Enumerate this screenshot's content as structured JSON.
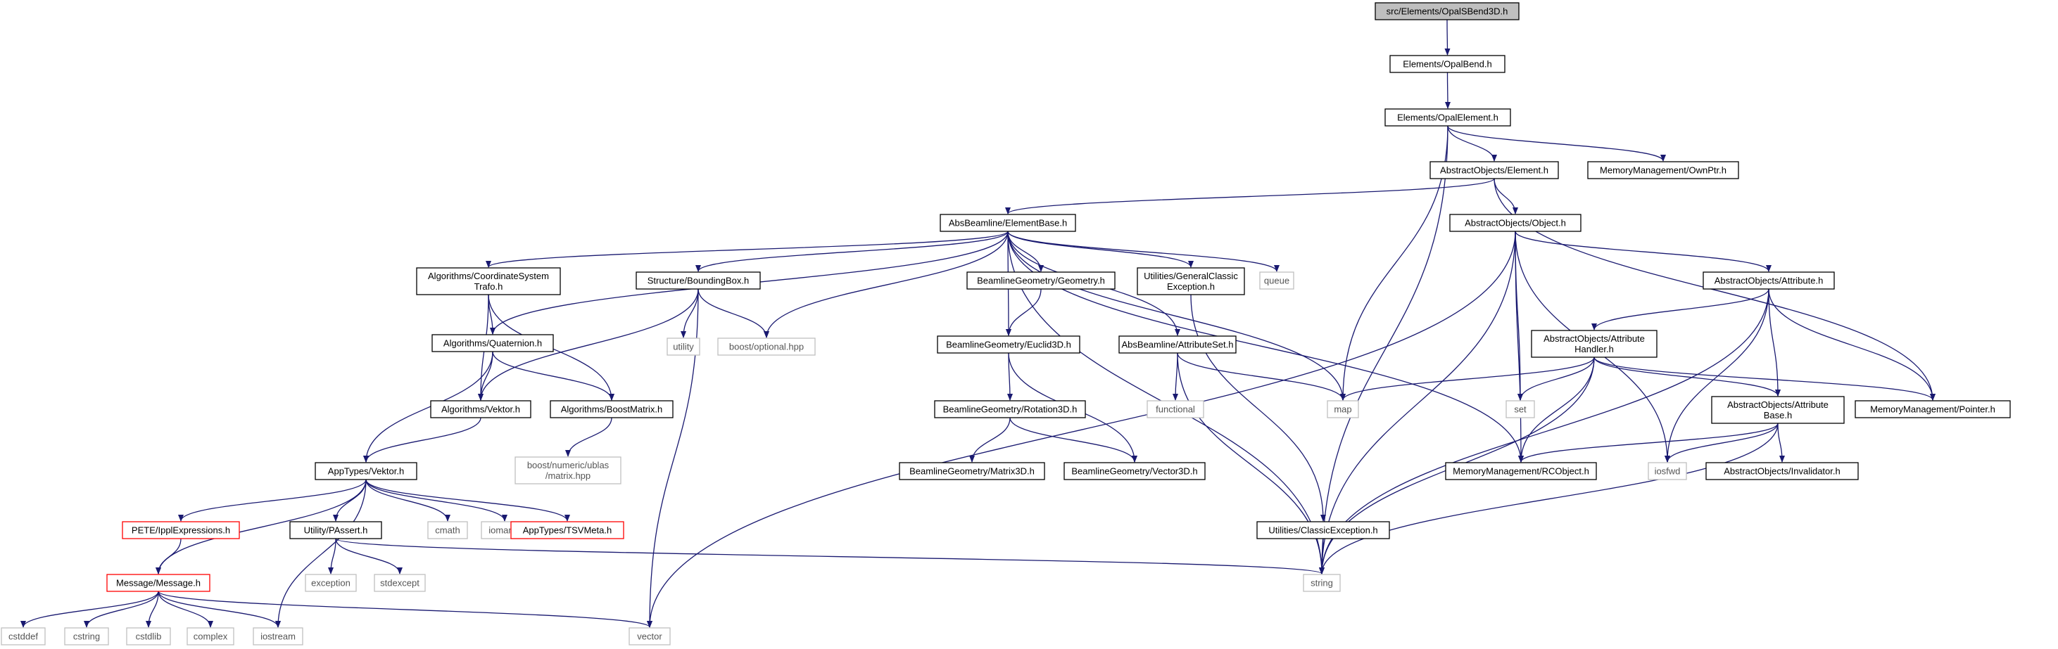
{
  "graph": {
    "nodes": [
      {
        "id": "root",
        "lines": [
          "src/Elements/OpalSBend3D.h"
        ],
        "kind": "root"
      },
      {
        "id": "opalbend",
        "lines": [
          "Elements/OpalBend.h"
        ],
        "kind": "normal"
      },
      {
        "id": "opalelement",
        "lines": [
          "Elements/OpalElement.h"
        ],
        "kind": "normal"
      },
      {
        "id": "element",
        "lines": [
          "AbstractObjects/Element.h"
        ],
        "kind": "normal"
      },
      {
        "id": "ownptr",
        "lines": [
          "MemoryManagement/OwnPtr.h"
        ],
        "kind": "normal"
      },
      {
        "id": "elementbase",
        "lines": [
          "AbsBeamline/ElementBase.h"
        ],
        "kind": "normal"
      },
      {
        "id": "object",
        "lines": [
          "AbstractObjects/Object.h"
        ],
        "kind": "normal"
      },
      {
        "id": "coordtrafo",
        "lines": [
          "Algorithms/CoordinateSystem",
          "Trafo.h"
        ],
        "kind": "normal"
      },
      {
        "id": "boundingbox",
        "lines": [
          "Structure/BoundingBox.h"
        ],
        "kind": "normal"
      },
      {
        "id": "geometry",
        "lines": [
          "BeamlineGeometry/Geometry.h"
        ],
        "kind": "normal"
      },
      {
        "id": "genclassic",
        "lines": [
          "Utilities/GeneralClassic",
          "Exception.h"
        ],
        "kind": "normal"
      },
      {
        "id": "queue",
        "lines": [
          "queue"
        ],
        "kind": "system"
      },
      {
        "id": "attribute",
        "lines": [
          "AbstractObjects/Attribute.h"
        ],
        "kind": "normal"
      },
      {
        "id": "quaternion",
        "lines": [
          "Algorithms/Quaternion.h"
        ],
        "kind": "normal"
      },
      {
        "id": "utility",
        "lines": [
          "utility"
        ],
        "kind": "system"
      },
      {
        "id": "optional",
        "lines": [
          "boost/optional.hpp"
        ],
        "kind": "system"
      },
      {
        "id": "euclid3d",
        "lines": [
          "BeamlineGeometry/Euclid3D.h"
        ],
        "kind": "normal"
      },
      {
        "id": "attrset",
        "lines": [
          "AbsBeamline/AttributeSet.h"
        ],
        "kind": "normal"
      },
      {
        "id": "attrhandler",
        "lines": [
          "AbstractObjects/Attribute",
          "Handler.h"
        ],
        "kind": "normal"
      },
      {
        "id": "algvektor",
        "lines": [
          "Algorithms/Vektor.h"
        ],
        "kind": "normal"
      },
      {
        "id": "boostmatrix",
        "lines": [
          "Algorithms/BoostMatrix.h"
        ],
        "kind": "normal"
      },
      {
        "id": "rotation3d",
        "lines": [
          "BeamlineGeometry/Rotation3D.h"
        ],
        "kind": "normal"
      },
      {
        "id": "functional",
        "lines": [
          "functional"
        ],
        "kind": "system"
      },
      {
        "id": "map",
        "lines": [
          "map"
        ],
        "kind": "system"
      },
      {
        "id": "set",
        "lines": [
          "set"
        ],
        "kind": "system"
      },
      {
        "id": "attrbase",
        "lines": [
          "AbstractObjects/Attribute",
          "Base.h"
        ],
        "kind": "normal"
      },
      {
        "id": "pointer",
        "lines": [
          "MemoryManagement/Pointer.h"
        ],
        "kind": "normal"
      },
      {
        "id": "ublas",
        "lines": [
          "boost/numeric/ublas",
          "/matrix.hpp"
        ],
        "kind": "system"
      },
      {
        "id": "appvektor",
        "lines": [
          "AppTypes/Vektor.h"
        ],
        "kind": "normal"
      },
      {
        "id": "matrix3d",
        "lines": [
          "BeamlineGeometry/Matrix3D.h"
        ],
        "kind": "normal"
      },
      {
        "id": "vector3d",
        "lines": [
          "BeamlineGeometry/Vector3D.h"
        ],
        "kind": "normal"
      },
      {
        "id": "rcobject",
        "lines": [
          "MemoryManagement/RCObject.h"
        ],
        "kind": "normal"
      },
      {
        "id": "iosfwd",
        "lines": [
          "iosfwd"
        ],
        "kind": "system"
      },
      {
        "id": "invalidator",
        "lines": [
          "AbstractObjects/Invalidator.h"
        ],
        "kind": "normal"
      },
      {
        "id": "pete",
        "lines": [
          "PETE/IpplExpressions.h"
        ],
        "kind": "truncated"
      },
      {
        "id": "passert",
        "lines": [
          "Utility/PAssert.h"
        ],
        "kind": "normal"
      },
      {
        "id": "cmath",
        "lines": [
          "cmath"
        ],
        "kind": "system"
      },
      {
        "id": "iomanip",
        "lines": [
          "iomanip"
        ],
        "kind": "system"
      },
      {
        "id": "tsvmeta",
        "lines": [
          "AppTypes/TSVMeta.h"
        ],
        "kind": "truncated"
      },
      {
        "id": "classicexc",
        "lines": [
          "Utilities/ClassicException.h"
        ],
        "kind": "normal"
      },
      {
        "id": "message",
        "lines": [
          "Message/Message.h"
        ],
        "kind": "truncated"
      },
      {
        "id": "exception",
        "lines": [
          "exception"
        ],
        "kind": "system"
      },
      {
        "id": "stdexcept",
        "lines": [
          "stdexcept"
        ],
        "kind": "system"
      },
      {
        "id": "string",
        "lines": [
          "string"
        ],
        "kind": "system"
      },
      {
        "id": "cstddef",
        "lines": [
          "cstddef"
        ],
        "kind": "system"
      },
      {
        "id": "cstring",
        "lines": [
          "cstring"
        ],
        "kind": "system"
      },
      {
        "id": "cstdlib",
        "lines": [
          "cstdlib"
        ],
        "kind": "system"
      },
      {
        "id": "complex",
        "lines": [
          "complex"
        ],
        "kind": "system"
      },
      {
        "id": "iostream",
        "lines": [
          "iostream"
        ],
        "kind": "system"
      },
      {
        "id": "vector",
        "lines": [
          "vector"
        ],
        "kind": "system"
      }
    ],
    "edges": [
      [
        "root",
        "opalbend"
      ],
      [
        "opalbend",
        "opalelement"
      ],
      [
        "opalelement",
        "string"
      ],
      [
        "opalelement",
        "map"
      ],
      [
        "opalelement",
        "element"
      ],
      [
        "opalelement",
        "ownptr"
      ],
      [
        "element",
        "elementbase"
      ],
      [
        "element",
        "object"
      ],
      [
        "element",
        "pointer"
      ],
      [
        "elementbase",
        "coordtrafo"
      ],
      [
        "elementbase",
        "quaternion"
      ],
      [
        "elementbase",
        "boundingbox"
      ],
      [
        "elementbase",
        "optional"
      ],
      [
        "elementbase",
        "geometry"
      ],
      [
        "elementbase",
        "euclid3d"
      ],
      [
        "elementbase",
        "genclassic"
      ],
      [
        "elementbase",
        "attrset"
      ],
      [
        "elementbase",
        "queue"
      ],
      [
        "elementbase",
        "map"
      ],
      [
        "elementbase",
        "rcobject"
      ],
      [
        "elementbase",
        "string"
      ],
      [
        "object",
        "attribute"
      ],
      [
        "object",
        "set"
      ],
      [
        "object",
        "rcobject"
      ],
      [
        "object",
        "iosfwd"
      ],
      [
        "object",
        "string"
      ],
      [
        "object",
        "vector"
      ],
      [
        "attribute",
        "attrhandler"
      ],
      [
        "attribute",
        "attrbase"
      ],
      [
        "attribute",
        "pointer"
      ],
      [
        "attribute",
        "iosfwd"
      ],
      [
        "attribute",
        "string"
      ],
      [
        "attrhandler",
        "map"
      ],
      [
        "attrhandler",
        "set"
      ],
      [
        "attrhandler",
        "attrbase"
      ],
      [
        "attrhandler",
        "pointer"
      ],
      [
        "attrhandler",
        "rcobject"
      ],
      [
        "attrhandler",
        "string"
      ],
      [
        "attrbase",
        "rcobject"
      ],
      [
        "attrbase",
        "iosfwd"
      ],
      [
        "attrbase",
        "invalidator"
      ],
      [
        "attrbase",
        "string"
      ],
      [
        "coordtrafo",
        "quaternion"
      ],
      [
        "coordtrafo",
        "algvektor"
      ],
      [
        "coordtrafo",
        "boostmatrix"
      ],
      [
        "quaternion",
        "algvektor"
      ],
      [
        "quaternion",
        "boostmatrix"
      ],
      [
        "quaternion",
        "appvektor"
      ],
      [
        "boundingbox",
        "algvektor"
      ],
      [
        "boundingbox",
        "utility"
      ],
      [
        "boundingbox",
        "optional"
      ],
      [
        "boundingbox",
        "vector"
      ],
      [
        "algvektor",
        "appvektor"
      ],
      [
        "boostmatrix",
        "ublas"
      ],
      [
        "geometry",
        "euclid3d"
      ],
      [
        "euclid3d",
        "rotation3d"
      ],
      [
        "euclid3d",
        "vector3d"
      ],
      [
        "rotation3d",
        "matrix3d"
      ],
      [
        "rotation3d",
        "vector3d"
      ],
      [
        "genclassic",
        "classicexc"
      ],
      [
        "classicexc",
        "string"
      ],
      [
        "attrset",
        "functional"
      ],
      [
        "attrset",
        "map"
      ],
      [
        "attrset",
        "string"
      ],
      [
        "appvektor",
        "pete"
      ],
      [
        "appvektor",
        "message"
      ],
      [
        "appvektor",
        "passert"
      ],
      [
        "appvektor",
        "cmath"
      ],
      [
        "appvektor",
        "iomanip"
      ],
      [
        "appvektor",
        "tsvmeta"
      ],
      [
        "appvektor",
        "iostream"
      ],
      [
        "pete",
        "message"
      ],
      [
        "passert",
        "exception"
      ],
      [
        "passert",
        "stdexcept"
      ],
      [
        "passert",
        "string"
      ],
      [
        "message",
        "cstddef"
      ],
      [
        "message",
        "cstring"
      ],
      [
        "message",
        "cstdlib"
      ],
      [
        "message",
        "complex"
      ],
      [
        "message",
        "iostream"
      ],
      [
        "message",
        "vector"
      ]
    ]
  },
  "colors": {
    "edge": "#191970",
    "root_fill": "#bfbfbf",
    "normal_border": "#000000",
    "system_border": "#bfbfbf",
    "truncated_border": "#ff0000",
    "system_text": "#555555"
  }
}
